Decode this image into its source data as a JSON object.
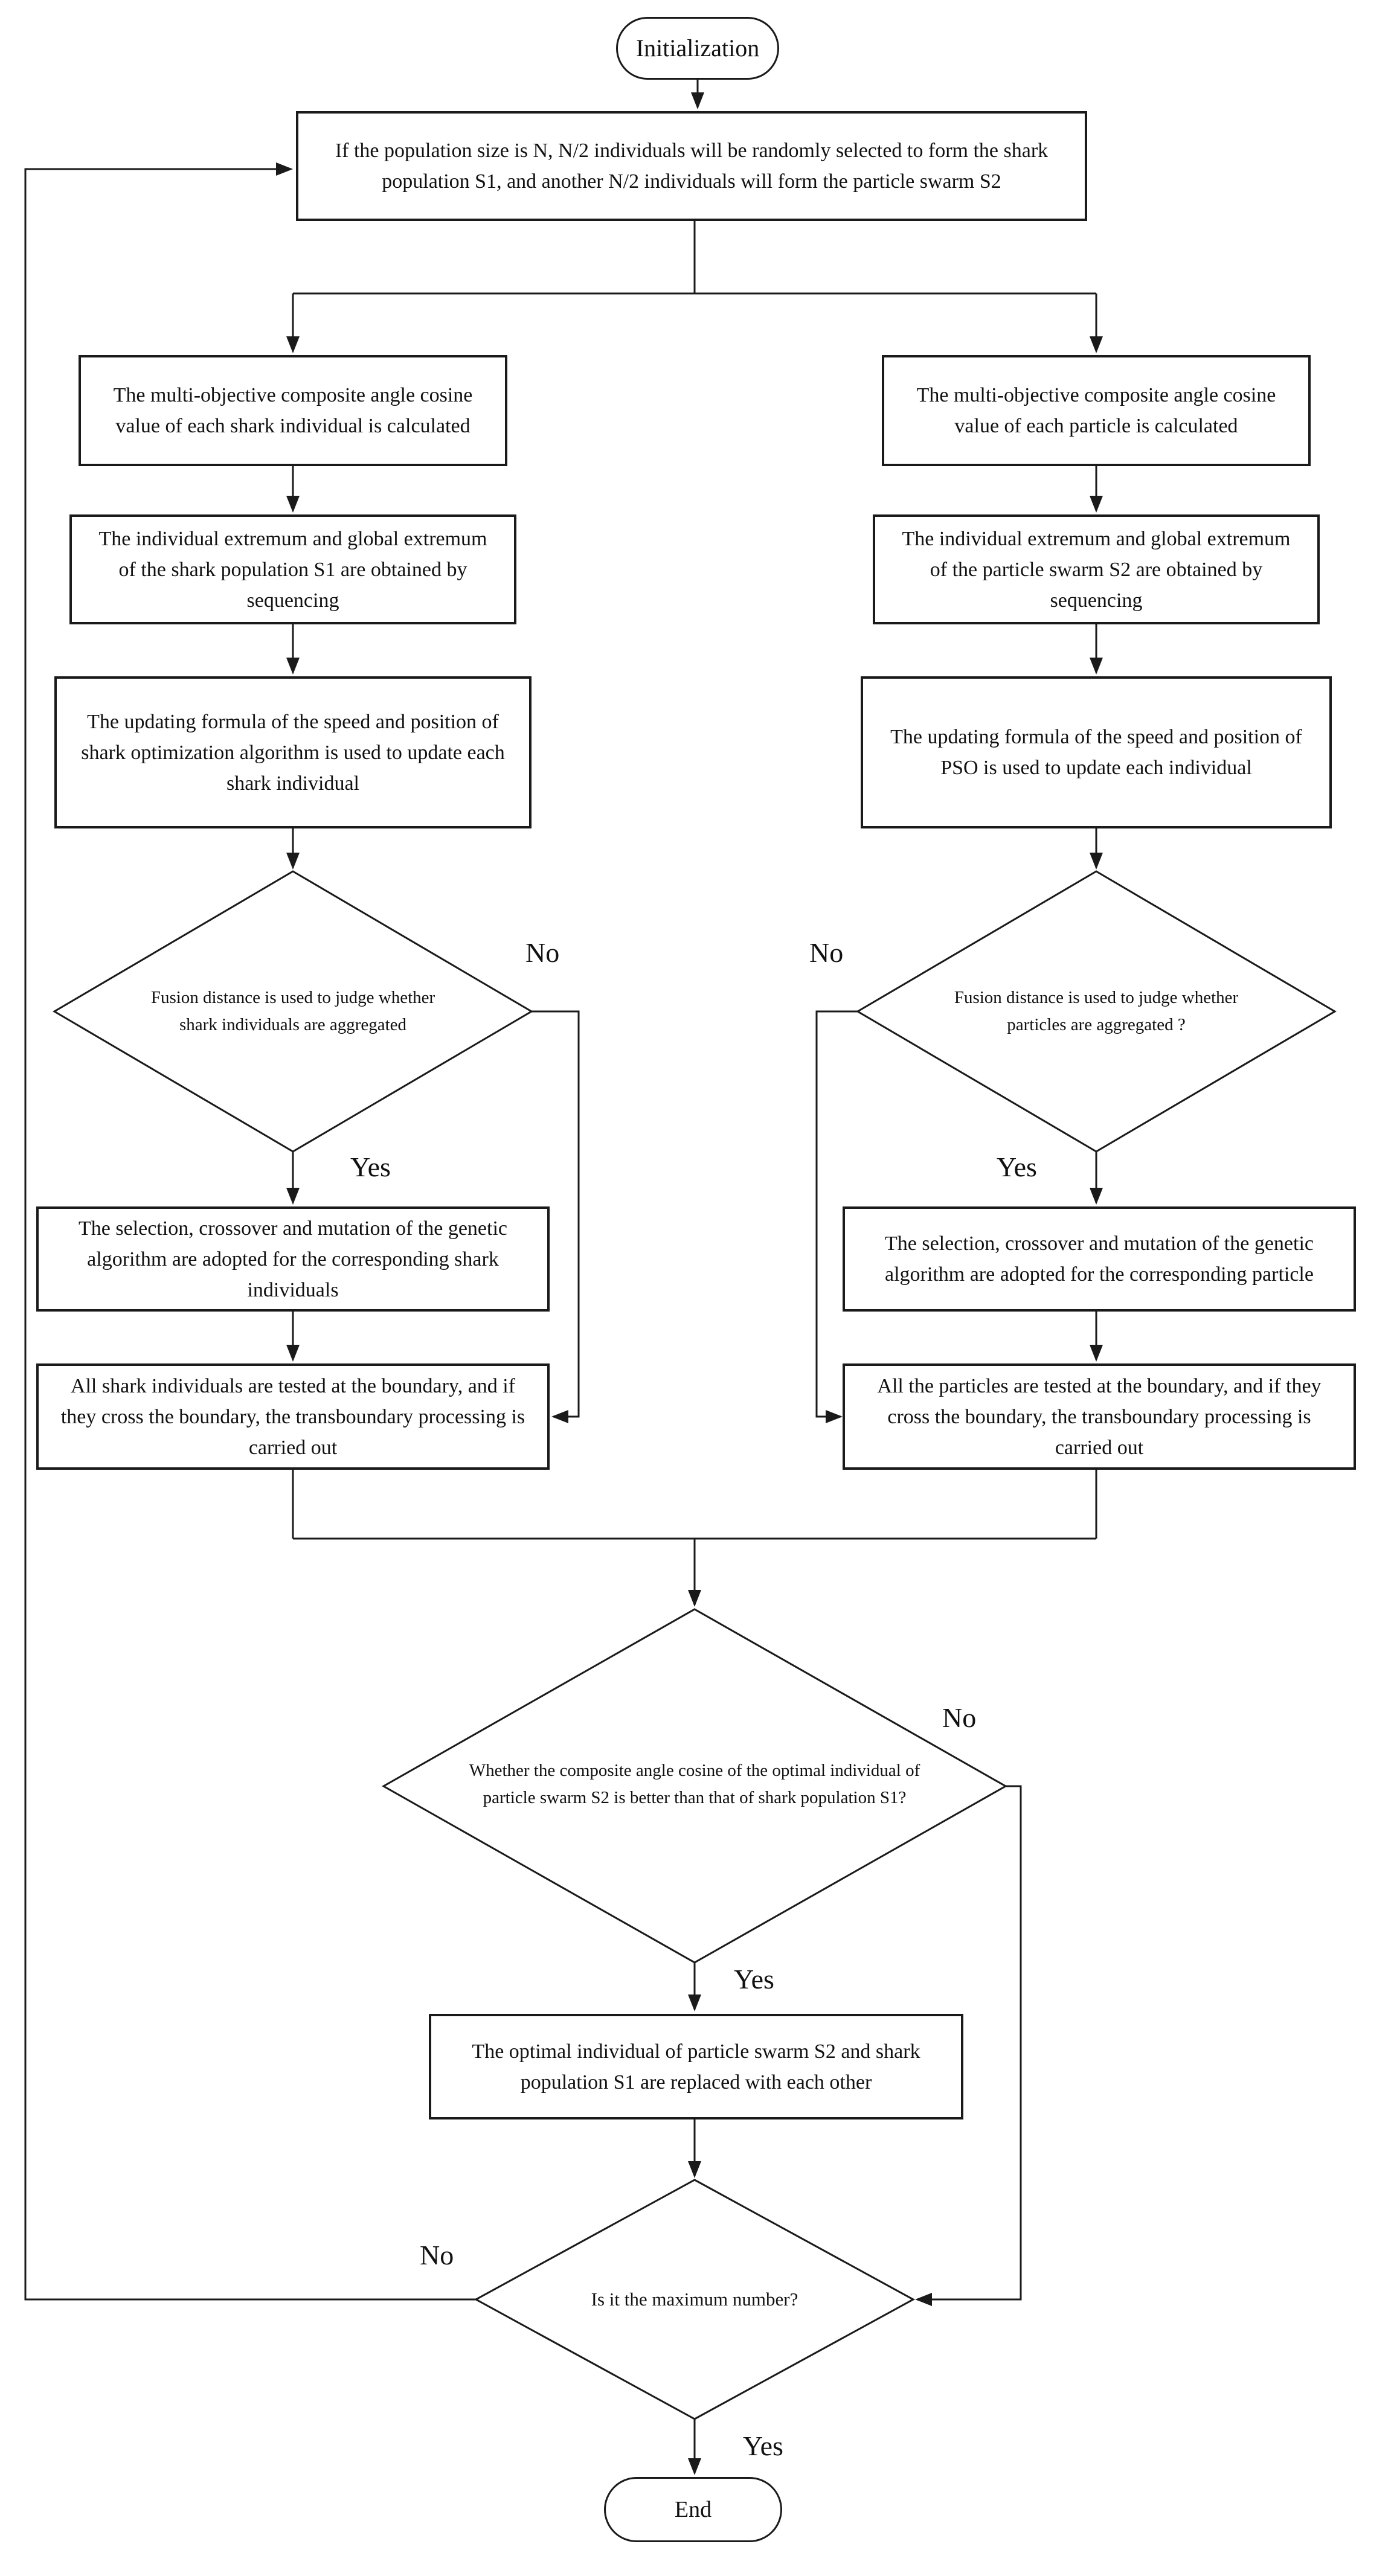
{
  "flowchart": {
    "terminals": {
      "start": "Initialization",
      "end": "End"
    },
    "labels": {
      "yes": "Yes",
      "no": "No"
    },
    "init_box": "If the population size is N, N/2 individuals will be randomly selected to form the shark population S1, and another N/2 individuals will form the particle swarm S2",
    "shark_branch": {
      "cosine": "The multi-objective composite angle cosine value of each shark individual is calculated",
      "extremum": "The individual extremum and global extremum of the shark population S1 are obtained by sequencing",
      "update": "The updating formula of the speed and position of shark optimization algorithm is used to update each shark individual",
      "fusion_decision": "Fusion distance is used to judge whether shark individuals are aggregated",
      "genetic": "The selection, crossover and mutation of the genetic algorithm are adopted for the corresponding shark individuals",
      "boundary": "All shark individuals are tested at the boundary, and if they cross the boundary, the transboundary processing is carried out"
    },
    "particle_branch": {
      "cosine": "The multi-objective composite angle cosine value of each particle is calculated",
      "extremum": "The individual extremum and global extremum of the particle swarm S2 are obtained by sequencing",
      "update": "The updating formula of the speed and position of PSO is used to update each individual",
      "fusion_decision": "Fusion distance is used to judge whether particles are aggregated ?",
      "genetic": "The selection, crossover and mutation of the genetic algorithm are adopted for the corresponding particle",
      "boundary": "All the particles are tested at the boundary, and if they cross the boundary, the transboundary processing is carried out"
    },
    "compare_decision": "Whether the composite angle cosine of the optimal individual of particle swarm S2 is better than that of shark population S1?",
    "replace_box": "The optimal individual of particle swarm S2 and shark population S1 are replaced with each other",
    "max_iteration_decision": "Is it the maximum number?",
    "colors": {
      "stroke": "#1a1a1a",
      "background": "#ffffff"
    }
  }
}
